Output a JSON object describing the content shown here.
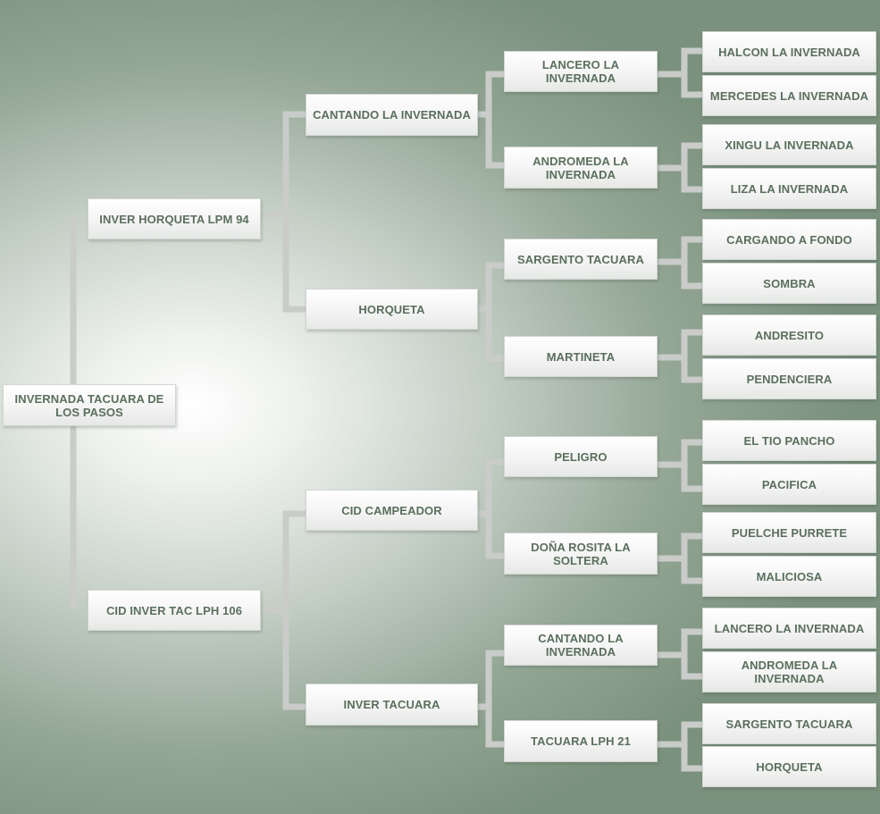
{
  "subject": "INVERNADA TACUARA DE LOS PASOS",
  "sire": "INVER HORQUETA LPM 94",
  "dam": "CID INVER TAC LPH 106",
  "gen3": [
    "CANTANDO LA INVERNADA",
    "HORQUETA",
    "CID CAMPEADOR",
    "INVER TACUARA"
  ],
  "gen4": [
    "LANCERO LA INVERNADA",
    "ANDROMEDA LA INVERNADA",
    "SARGENTO TACUARA",
    "MARTINETA",
    "PELIGRO",
    "DOÑA ROSITA LA SOLTERA",
    "CANTANDO LA INVERNADA",
    "TACUARA LPH 21"
  ],
  "gen5": [
    "HALCON LA INVERNADA",
    "MERCEDES LA INVERNADA",
    "XINGU LA INVERNADA",
    "LIZA LA INVERNADA",
    "CARGANDO A FONDO",
    "SOMBRA",
    "ANDRESITO",
    "PENDENCIERA",
    "EL TIO PANCHO",
    "PACIFICA",
    "PUELCHE PURRETE",
    "MALICIOSA",
    "LANCERO LA INVERNADA",
    "ANDROMEDA LA INVERNADA",
    "SARGENTO TACUARA",
    "HORQUETA"
  ]
}
